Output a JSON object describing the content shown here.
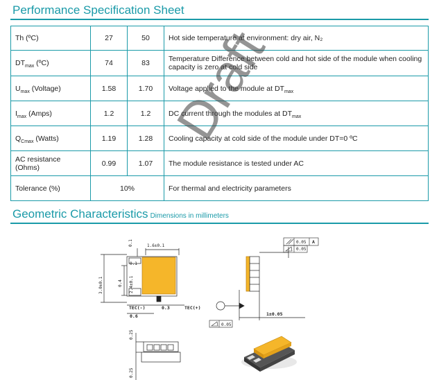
{
  "performance": {
    "title": "Performance Specification Sheet",
    "rows": [
      {
        "param": "Th (ºC)",
        "v1": "27",
        "v2": "50",
        "desc": "Hot side temperature at environment: dry air, N₂"
      },
      {
        "param_main": "DT",
        "param_sub": "max",
        "param_rest": " (ºC)",
        "v1": "74",
        "v2": "83",
        "desc": "Temperature Difference between cold and hot side of the module when cooling capacity is zero at cold side"
      },
      {
        "param_main": "U",
        "param_sub": "max",
        "param_rest": " (Voltage)",
        "v1": "1.58",
        "v2": "1.70",
        "desc_main": "Voltage applied to the module at DT",
        "desc_sub": "max"
      },
      {
        "param_main": "I",
        "param_sub": "max",
        "param_rest": " (Amps)",
        "v1": "1.2",
        "v2": "1.2",
        "desc_main": "DC current through the modules at DT",
        "desc_sub": "max"
      },
      {
        "param_main": "Q",
        "param_sub": "Cmax",
        "param_rest": " (Watts)",
        "v1": "1.19",
        "v2": "1.28",
        "desc": "Cooling capacity at cold side of the module under DT=0 ºC"
      },
      {
        "param": "AC resistance (Ohms)",
        "v1": "0.99",
        "v2": "1.07",
        "desc": "The module resistance is tested under AC"
      },
      {
        "param": "Tolerance (%)",
        "v_merged": "10%",
        "desc": "For thermal and electricity parameters"
      }
    ]
  },
  "watermark": "Draft",
  "geometry": {
    "title": "Geometric Characteristics",
    "subtitle": "Dimensions in millimeters",
    "labels": {
      "d01": "0.1",
      "d16": "1.6±0.1",
      "d01b": "0.1",
      "d24": "2.4±0.1",
      "d30": "3.0±0.1",
      "d04": "0.4",
      "tec_neg": "TEC(-)",
      "d03": "0.3",
      "tec_pos": "TEC(+)",
      "d06": "0.6",
      "d025a": "0.25",
      "d025b": "0.25",
      "tol1": "0.05",
      "datum": "A",
      "tol2": "0.05",
      "tol3": "0.05",
      "d1": "1±0.05"
    }
  },
  "colors": {
    "accent": "#1a9aa8",
    "ceramic": "#f5b62a"
  }
}
